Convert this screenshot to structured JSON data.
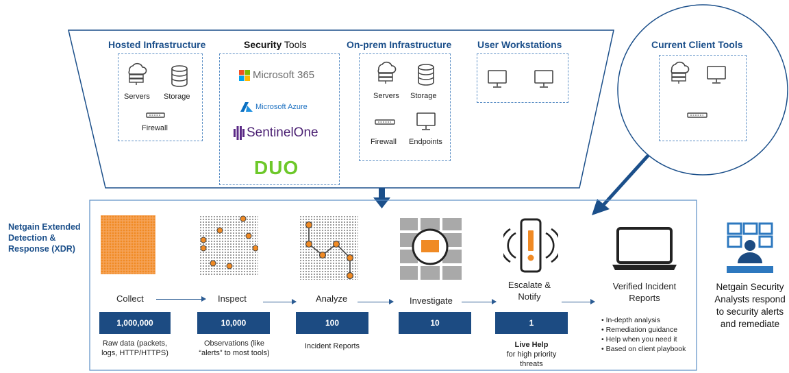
{
  "top": {
    "hosted": {
      "title": "Hosted Infrastructure",
      "labels": [
        "Servers",
        "Storage",
        "Firewall"
      ]
    },
    "security": {
      "title_bold": "Security",
      "title_rest": " Tools",
      "logos": {
        "m365": "Microsoft 365",
        "azure": "Microsoft Azure",
        "s1_a": "Sentinel",
        "s1_b": "One",
        "duo": "DUO"
      }
    },
    "onprem": {
      "title": "On-prem Infrastructure",
      "labels": [
        "Servers",
        "Storage",
        "Firewall",
        "Endpoints"
      ]
    },
    "workstations": {
      "title": "User Workstations"
    }
  },
  "client": {
    "title": "Current Client Tools"
  },
  "xdr": {
    "title": "Netgain Extended Detection & Response (XDR)"
  },
  "stages": [
    {
      "name": "Collect",
      "count": "1,000,000",
      "desc": "Raw data (packets, logs, HTTP/HTTPS)"
    },
    {
      "name": "Inspect",
      "count": "10,000",
      "desc": "Observations (like “alerts” to most tools)"
    },
    {
      "name": "Analyze",
      "count": "100",
      "desc": "Incident Reports"
    },
    {
      "name": "Investigate",
      "count": "10",
      "desc": ""
    },
    {
      "name": "Escalate & Notify",
      "count": "1",
      "desc_bold": "Live Help",
      "desc": "for high priority threats"
    },
    {
      "name": "Verified Incident Reports",
      "bullets": [
        "In-depth analysis",
        "Remediation guidance",
        "Help when you need it",
        "Based on client playbook"
      ]
    }
  ],
  "analysts": {
    "text": "Netgain Security Analysts respond to security alerts and remediate"
  },
  "colors": {
    "navy": "#1c4b82",
    "accent_blue": "#5a8ec5",
    "orange": "#f08a24"
  }
}
